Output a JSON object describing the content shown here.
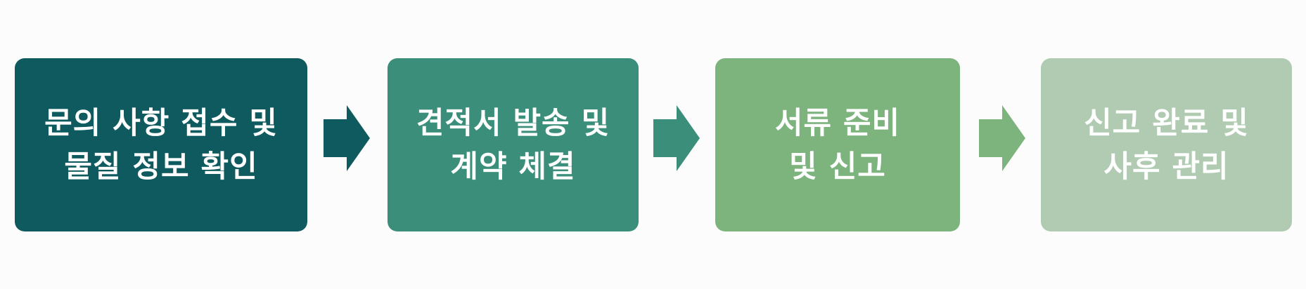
{
  "steps": [
    {
      "lines": [
        "문의 사항 접수 및",
        "물질 정보 확인"
      ],
      "color": "#0f5a5e"
    },
    {
      "lines": [
        "견적서 발송 및",
        "계약 체결"
      ],
      "color": "#3a8e7a"
    },
    {
      "lines": [
        "서류 준비",
        "및 신고"
      ],
      "color": "#7db47e"
    },
    {
      "lines": [
        "신고 완료 및",
        "사후 관리"
      ],
      "color": "#b0cbb1"
    }
  ],
  "arrows": [
    {
      "color": "#0f5a5e"
    },
    {
      "color": "#3a8e7a"
    },
    {
      "color": "#7db47e"
    }
  ]
}
